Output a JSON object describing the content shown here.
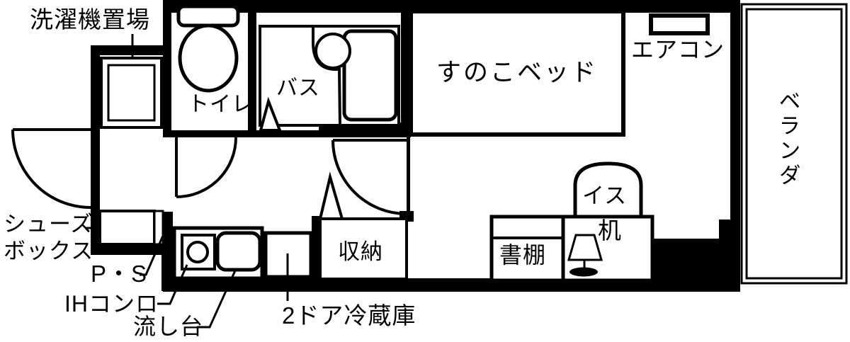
{
  "colors": {
    "wall": "#000000",
    "background": "#ffffff"
  },
  "labels": {
    "laundry": "洗濯機置場",
    "toilet": "トイレ",
    "bath": "バス",
    "bed": "すのこベッド",
    "aircon": "エアコン",
    "veranda": "ベランダ",
    "shoes_line1": "シューズ",
    "shoes_line2": "ボックス",
    "pipe_space": "P・S",
    "ih_stove": "IHコンロ",
    "sink": "流し台",
    "fridge": "2ドア冷蔵庫",
    "storage": "収納",
    "bookshelf": "書棚",
    "desk": "机",
    "chair": "イス"
  }
}
